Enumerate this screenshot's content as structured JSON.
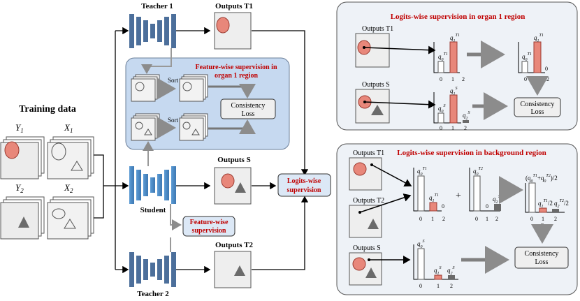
{
  "colors": {
    "organ": "#e8877a",
    "organ_stroke": "#9a3a30",
    "teacher_block": "#4c6f9b",
    "student_block": "#4a86c8",
    "feature_panel": "#c6d9f0",
    "panel_bg": "#eef2f7",
    "title_red": "#c00000",
    "bar_gray": "#6a6a6a"
  },
  "training_data": {
    "title": "Training data",
    "y1": "Y",
    "y1_sub": "1",
    "x1": "X",
    "x1_sub": "1",
    "y2": "Y",
    "y2_sub": "2",
    "x2": "X",
    "x2_sub": "2"
  },
  "networks": {
    "teacher1": "Teacher 1",
    "teacher2": "Teacher 2",
    "student": "Student"
  },
  "outputs": {
    "t1": "Outputs T1",
    "t2": "Outputs T2",
    "s": "Outputs S"
  },
  "feature_panel": {
    "title_line1": "Feature-wise supervision in",
    "title_line2": "organ 1 region",
    "sort1": "Sort",
    "sort2": "Sort",
    "loss_line1": "Consistency",
    "loss_line2": "Loss"
  },
  "feature_wise_box": {
    "line1": "Feature-wise",
    "line2": "supervision"
  },
  "logits_wise_box": {
    "line1": "Logits-wise",
    "line2": "supervision"
  },
  "panel_organ": {
    "title": "Logits-wise supervision in organ 1 region",
    "outputs_t1": "Outputs T1",
    "outputs_s": "Outputs S",
    "loss_line1": "Consistency",
    "loss_line2": "Loss",
    "axis_ticks": [
      "0",
      "1",
      "2"
    ],
    "zero_label": "0"
  },
  "panel_bg": {
    "title": "Logits-wise supervision in background region",
    "outputs_t1": "Outputs T1",
    "outputs_t2": "Outputs T2",
    "outputs_s": "Outputs S",
    "plus": "+",
    "avg_formula": "(q",
    "loss_line1": "Consistency",
    "loss_line2": "Loss",
    "axis_ticks": [
      "0",
      "1",
      "2"
    ],
    "zero_label": "0"
  }
}
